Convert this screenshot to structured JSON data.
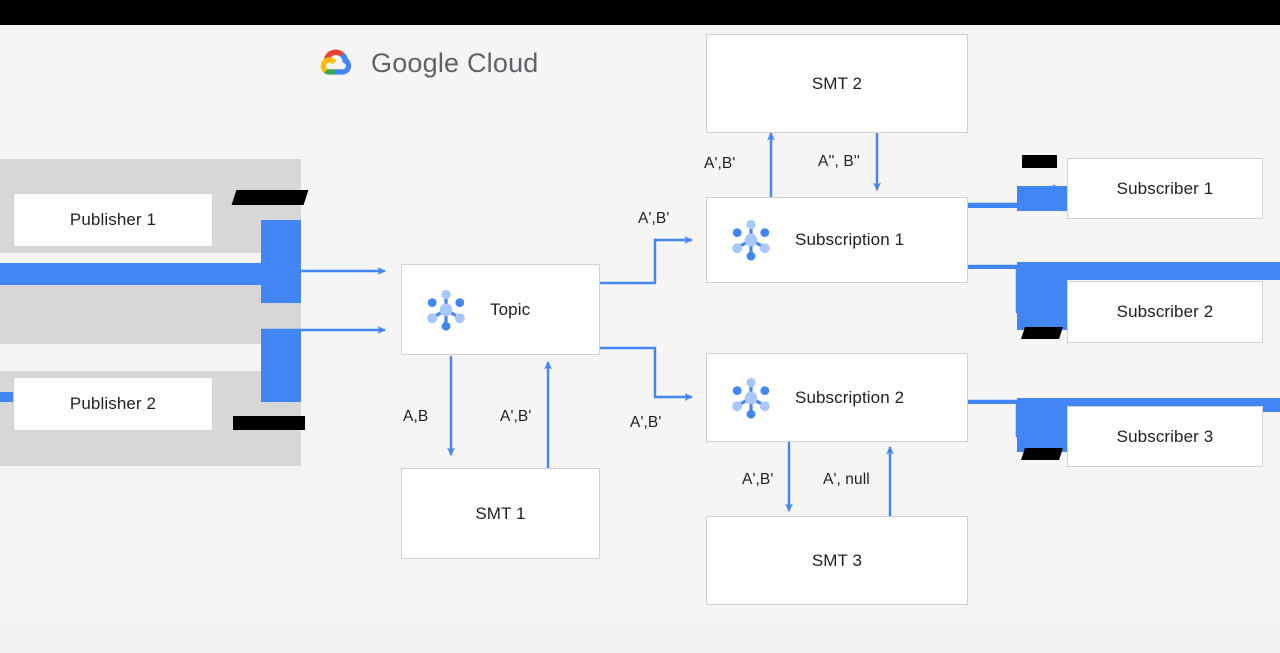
{
  "page": {
    "background_color": "#f2f2f2",
    "canvas_color": "#f5f5f5",
    "topbar_color": "#000000"
  },
  "brand": {
    "logo_name": "google-cloud-logo",
    "word_google": "Google",
    "word_cloud": "Cloud",
    "text_color": "#5f6368",
    "mark_colors": {
      "red": "#ea4335",
      "yellow": "#fbbc04",
      "green": "#34a853",
      "blue": "#4285f4"
    }
  },
  "theme": {
    "connector_color": "#4285f4",
    "node_border": "#d0d0d0",
    "node_fill": "#ffffff",
    "text_color": "#202124",
    "icon_light": "#a9c7fa",
    "icon_dark": "#4285f4",
    "artifact_gray": "#d7d7d7",
    "artifact_blue": "#4285f4",
    "artifact_black": "#000000"
  },
  "nodes": {
    "publisher_1": {
      "label": "Publisher 1",
      "icon": null
    },
    "publisher_2": {
      "label": "Publisher 2",
      "icon": null
    },
    "topic": {
      "label": "Topic",
      "icon": "pubsub-icon"
    },
    "smt_1": {
      "label": "SMT 1",
      "icon": null
    },
    "smt_2": {
      "label": "SMT 2",
      "icon": null
    },
    "smt_3": {
      "label": "SMT 3",
      "icon": null
    },
    "subscription_1": {
      "label": "Subscription 1",
      "icon": "pubsub-icon"
    },
    "subscription_2": {
      "label": "Subscription 2",
      "icon": "pubsub-icon"
    },
    "subscriber_1": {
      "label": "Subscriber 1",
      "icon": null
    },
    "subscriber_2": {
      "label": "Subscriber 2",
      "icon": null
    },
    "subscriber_3": {
      "label": "Subscriber 3",
      "icon": null
    }
  },
  "edge_labels": {
    "topic_to_smt1": "A,B",
    "smt1_to_topic": "A',B'",
    "topic_to_subscription1": "A',B'",
    "topic_to_subscription2": "A',B'",
    "subscription1_to_smt2": "A',B'",
    "smt2_to_subscription1": "A'', B''",
    "subscription2_to_smt3": "A',B'",
    "smt3_to_subscription2": "A', null"
  }
}
